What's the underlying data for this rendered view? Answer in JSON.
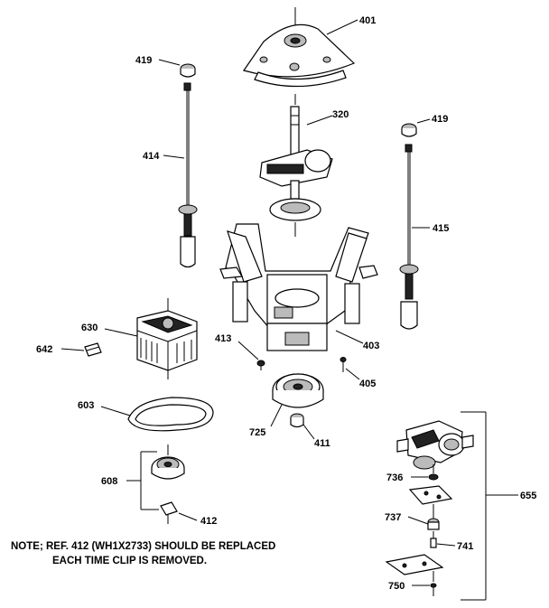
{
  "labels": {
    "p401": "401",
    "p419a": "419",
    "p419b": "419",
    "p320": "320",
    "p414": "414",
    "p415": "415",
    "p630": "630",
    "p642": "642",
    "p413": "413",
    "p403": "403",
    "p405": "405",
    "p603": "603",
    "p725": "725",
    "p411": "411",
    "p608": "608",
    "p412": "412",
    "p736": "736",
    "p655": "655",
    "p737": "737",
    "p741": "741",
    "p750": "750"
  },
  "note": {
    "line1": "NOTE; REF. 412 (WH1X2733) SHOULD BE REPLACED",
    "line2": "EACH TIME CLIP IS REMOVED."
  }
}
